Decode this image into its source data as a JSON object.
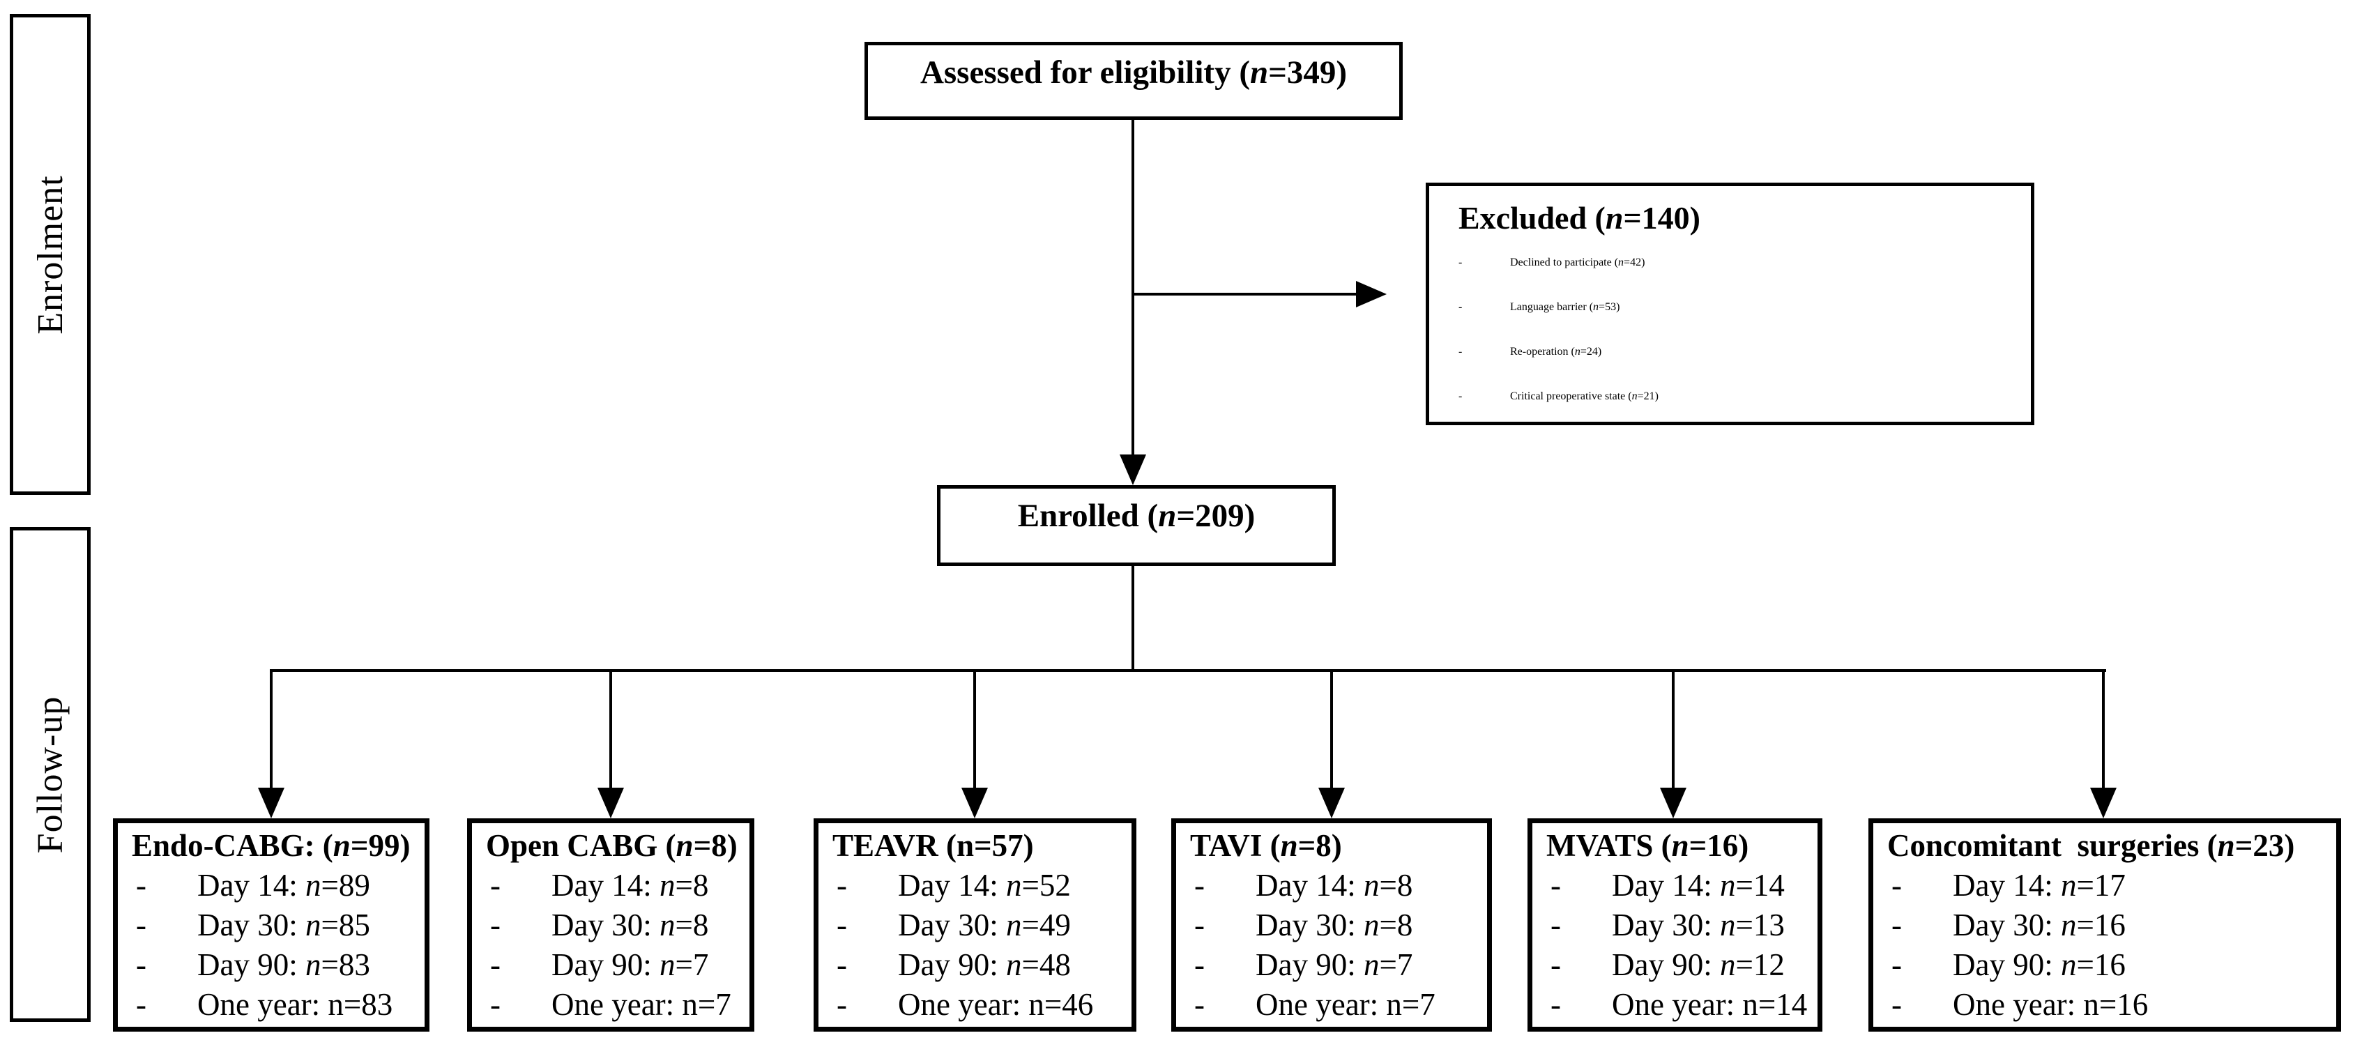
{
  "figure": {
    "bullet": "-",
    "colors": {
      "line": "#000000",
      "background": "#ffffff"
    },
    "stage_labels": [
      {
        "label": "Enrolment"
      },
      {
        "label": "Follow-up"
      }
    ],
    "assessed": {
      "pre": "Assessed for eligibility (",
      "n": true,
      "val": "349",
      "post": ")"
    },
    "excluded": {
      "title": {
        "pre": "Excluded (",
        "n": true,
        "val": "140",
        "post": ")"
      },
      "items": [
        {
          "pre": "Declined to participate (",
          "n": true,
          "val": "42",
          "post": ")"
        },
        {
          "pre": "Language barrier (",
          "n": true,
          "val": "53",
          "post": ")"
        },
        {
          "pre": "Re-operation (",
          "n": true,
          "val": "24",
          "post": ")"
        },
        {
          "pre": "Critical preoperative state (",
          "n": true,
          "val": "21",
          "post": ")"
        }
      ]
    },
    "enrolled": {
      "pre": "Enrolled (",
      "n": true,
      "val": "209",
      "post": ")"
    },
    "groups": [
      {
        "id": "endo-cabg",
        "title": {
          "pre": "Endo-CABG: (",
          "n": true,
          "val": "99",
          "post": ")"
        },
        "items": [
          {
            "pre": "Day 14: ",
            "n": true,
            "val": "89",
            "post": ""
          },
          {
            "pre": "Day 30: ",
            "n": true,
            "val": "85",
            "post": ""
          },
          {
            "pre": "Day 90: ",
            "n": true,
            "val": "83",
            "post": ""
          },
          {
            "pre": "One year: ",
            "n": false,
            "val": "83",
            "post": ""
          }
        ]
      },
      {
        "id": "open-cabg",
        "title": {
          "pre": "Open CABG (",
          "n": true,
          "val": "8",
          "post": ")"
        },
        "items": [
          {
            "pre": "Day 14: ",
            "n": true,
            "val": "8",
            "post": ""
          },
          {
            "pre": "Day 30: ",
            "n": true,
            "val": "8",
            "post": ""
          },
          {
            "pre": "Day 90: ",
            "n": true,
            "val": "7",
            "post": ""
          },
          {
            "pre": "One year: ",
            "n": false,
            "val": "7",
            "post": ""
          }
        ]
      },
      {
        "id": "teavr",
        "title": {
          "pre": "TEAVR (",
          "n": false,
          "val": "57",
          "post": ")"
        },
        "items": [
          {
            "pre": "Day 14: ",
            "n": true,
            "val": "52",
            "post": ""
          },
          {
            "pre": "Day 30: ",
            "n": true,
            "val": "49",
            "post": ""
          },
          {
            "pre": "Day 90: ",
            "n": true,
            "val": "48",
            "post": ""
          },
          {
            "pre": "One year: ",
            "n": false,
            "val": "46",
            "post": ""
          }
        ]
      },
      {
        "id": "tavi",
        "title": {
          "pre": "TAVI (",
          "n": true,
          "val": "8",
          "post": ")"
        },
        "items": [
          {
            "pre": "Day 14: ",
            "n": true,
            "val": "8",
            "post": ""
          },
          {
            "pre": "Day 30: ",
            "n": true,
            "val": "8",
            "post": ""
          },
          {
            "pre": "Day 90: ",
            "n": true,
            "val": "7",
            "post": ""
          },
          {
            "pre": "One year: ",
            "n": false,
            "val": "7",
            "post": ""
          }
        ]
      },
      {
        "id": "mvats",
        "title": {
          "pre": "MVATS (",
          "n": true,
          "val": "16",
          "post": ")"
        },
        "items": [
          {
            "pre": "Day 14: ",
            "n": true,
            "val": "14",
            "post": ""
          },
          {
            "pre": "Day 30: ",
            "n": true,
            "val": "13",
            "post": ""
          },
          {
            "pre": "Day 90: ",
            "n": true,
            "val": "12",
            "post": ""
          },
          {
            "pre": "One year: ",
            "n": false,
            "val": "14",
            "post": ""
          }
        ]
      },
      {
        "id": "concomitant-surgeries",
        "title": {
          "pre": "Concomitant  surgeries (",
          "n": true,
          "val": "23",
          "post": ")"
        },
        "items": [
          {
            "pre": "Day 14: ",
            "n": true,
            "val": "17",
            "post": ""
          },
          {
            "pre": "Day 30: ",
            "n": true,
            "val": "16",
            "post": ""
          },
          {
            "pre": "Day 90: ",
            "n": true,
            "val": "16",
            "post": ""
          },
          {
            "pre": "One year: ",
            "n": false,
            "val": "16",
            "post": ""
          }
        ]
      }
    ]
  }
}
